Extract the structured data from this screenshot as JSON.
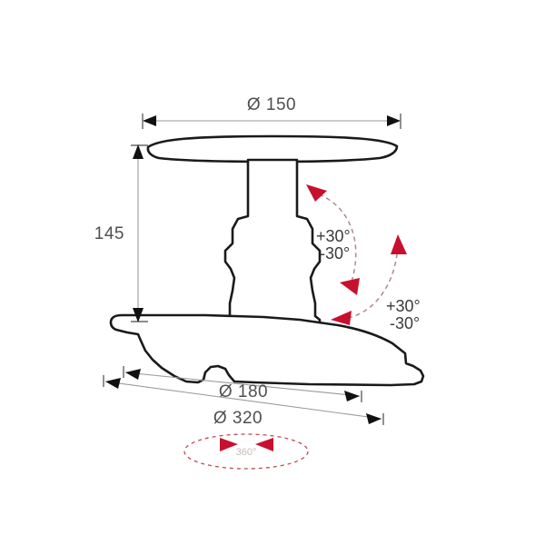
{
  "drawing": {
    "title": "Ceiling Mount Bracket Dimension Drawing",
    "background_color": "#ffffff",
    "outline_color": "#1a1a1a",
    "accent_color": "#c8102e",
    "dimension_text_color": "#4f4f4f"
  },
  "dimensions": {
    "top_diameter": {
      "label": "Ø 150",
      "value": 150,
      "symbol": "Ø",
      "name": "top-plate-diameter"
    },
    "height": {
      "label": "145",
      "value": 145,
      "name": "column-height"
    },
    "base_upper_diameter": {
      "label": "Ø 180",
      "value": 180,
      "symbol": "Ø",
      "name": "base-upper-diameter"
    },
    "base_lower_diameter": {
      "label": "Ø 320",
      "value": 320,
      "symbol": "Ø",
      "name": "base-lower-diameter"
    }
  },
  "annotations": {
    "tilt_upper": {
      "line1": "+30°",
      "line2": "-30°",
      "name": "upper-tilt-range"
    },
    "tilt_lower": {
      "line1": "+30°",
      "line2": "-30°",
      "name": "lower-tilt-range"
    },
    "rotation": {
      "label": "360°",
      "value": 360,
      "name": "full-rotation"
    }
  }
}
